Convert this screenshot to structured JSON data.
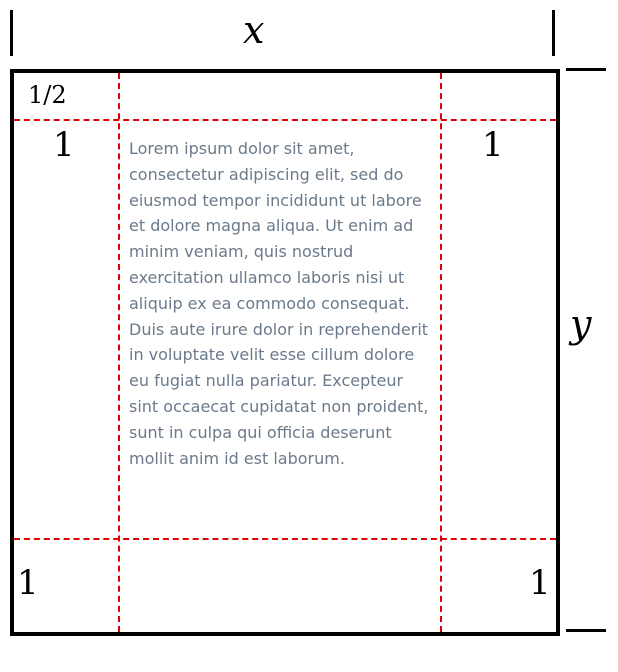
{
  "dimensions": {
    "width_label": "x",
    "height_label": "y"
  },
  "margins": {
    "header": "1/2",
    "left_top": "1",
    "right_top": "1",
    "left_bottom": "1",
    "right_bottom": "1"
  },
  "content": {
    "text": "Lorem ipsum dolor sit amet, consectetur adipiscing elit, sed do eiusmod tempor incididunt ut labore et dolore magna aliqua. Ut enim ad minim veniam, quis nostrud exercitation ullamco laboris nisi ut aliquip ex ea commodo consequat. Duis aute irure dolor in reprehenderit in voluptate velit esse cillum dolore eu fugiat nulla pariatur. Excepteur sint occaecat cupidatat non proident, sunt in culpa qui officia deserunt mollit anim id est laborum."
  },
  "colors": {
    "guide_lines": "#e00000",
    "text": "#6b7a8a",
    "border": "#000000"
  }
}
